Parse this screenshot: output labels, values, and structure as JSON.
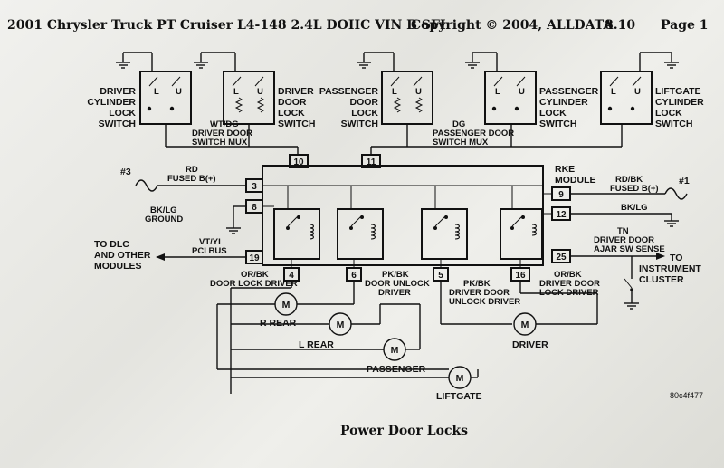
{
  "header": {
    "title": "2001 Chrysler Truck PT Cruiser L4-148 2.4L DOHC VIN B SFI",
    "copyright": "Copyright © 2004, ALLDATA",
    "version": "8.10",
    "page": "Page 1"
  },
  "switches": [
    {
      "id": "driver-cylinder",
      "lines": [
        "DRIVER",
        "CYLINDER",
        "LOCK",
        "SWITCH"
      ]
    },
    {
      "id": "driver-door",
      "lines": [
        "DRIVER",
        "DOOR",
        "LOCK",
        "SWITCH"
      ]
    },
    {
      "id": "passenger-door",
      "lines": [
        "PASSENGER",
        "DOOR",
        "LOCK",
        "SWITCH"
      ]
    },
    {
      "id": "passenger-cylinder",
      "lines": [
        "PASSENGER",
        "CYLINDER",
        "LOCK",
        "SWITCH"
      ]
    },
    {
      "id": "liftgate-cylinder",
      "lines": [
        "LIFTGATE",
        "CYLINDER",
        "LOCK",
        "SWITCH"
      ]
    }
  ],
  "switch_contacts": {
    "lock": "L",
    "unlock": "U"
  },
  "wires": {
    "wt_dg": [
      "WT/DG",
      "DRIVER DOOR",
      "SWITCH MUX"
    ],
    "dg": [
      "DG",
      "PASSENGER DOOR",
      "SWITCH MUX"
    ],
    "rd": [
      "RD",
      "FUSED B(+)"
    ],
    "rd_bk": [
      "RD/BK",
      "FUSED B(+)"
    ],
    "bk_lg_left": [
      "BK/LG",
      "GROUND"
    ],
    "bk_lg_right": "BK/LG",
    "vt_yl": [
      "VT/YL",
      "PCI BUS"
    ],
    "tn": [
      "TN",
      "DRIVER DOOR",
      "AJAR SW SENSE"
    ],
    "or_bk_left": [
      "OR/BK",
      "DOOR LOCK DRIVER"
    ],
    "pk_bk_left": [
      "PK/BK",
      "DOOR UNLOCK",
      "DRIVER"
    ],
    "pk_bk_right": [
      "PK/BK",
      "DRIVER DOOR",
      "UNLOCK DRIVER"
    ],
    "or_bk_right": [
      "OR/BK",
      "DRIVER DOOR",
      "LOCK DRIVER"
    ]
  },
  "fuses": {
    "left": "#3",
    "right": "#1"
  },
  "module": [
    "RKE",
    "MODULE"
  ],
  "pins": {
    "p10": "10",
    "p11": "11",
    "p3": "3",
    "p8": "8",
    "p19": "19",
    "p9": "9",
    "p12": "12",
    "p25": "25",
    "p4": "4",
    "p6": "6",
    "p5": "5",
    "p16": "16"
  },
  "destinations": {
    "dlc": [
      "TO DLC",
      "AND OTHER",
      "MODULES"
    ],
    "cluster": [
      "TO",
      "INSTRUMENT",
      "CLUSTER"
    ]
  },
  "motors": {
    "symbol": "M",
    "r_rear": "R REAR",
    "l_rear": "L REAR",
    "passenger": "PASSENGER",
    "driver": "DRIVER",
    "liftgate": "LIFTGATE"
  },
  "figure_code": "80c4f477",
  "caption": "Power Door Locks"
}
